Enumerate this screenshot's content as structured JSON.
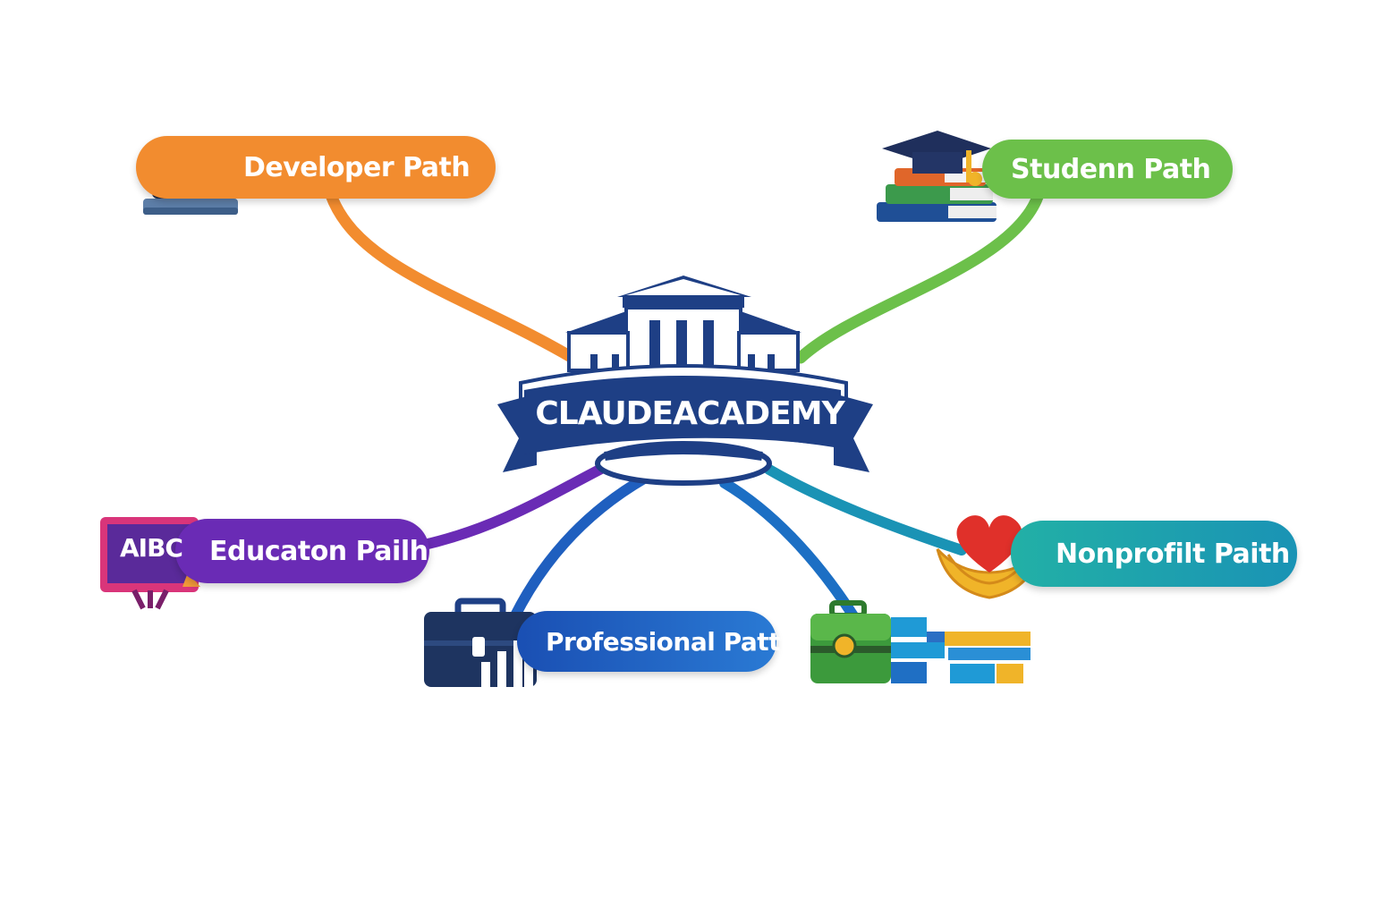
{
  "center": {
    "title": "CLAUDEACADEMY"
  },
  "paths": {
    "developer": {
      "label": "Developer Path",
      "color": "#f28c2f"
    },
    "student": {
      "label": "Studenn Path",
      "color": "#6cc04a"
    },
    "education": {
      "label": "Educaton Pailh",
      "color": "#6a2bb5"
    },
    "professional": {
      "label": "Professional Patth",
      "color": "#1f5fbf"
    },
    "nonprofit": {
      "label": "Nonprofilt Paith",
      "color": "#1fa3a8"
    }
  },
  "icons": {
    "education_board_text": "AIBC",
    "developer": "laptop-icon",
    "student": "graduation-cap-books-icon",
    "education": "chalkboard-icon",
    "professional": "briefcase-chart-icon",
    "toolbox": "toolbox-blocks-icon",
    "nonprofit": "heart-hands-icon",
    "center": "academy-building-icon"
  },
  "colors": {
    "navy": "#1e3f85",
    "blue_line": "#1c6fc4"
  }
}
